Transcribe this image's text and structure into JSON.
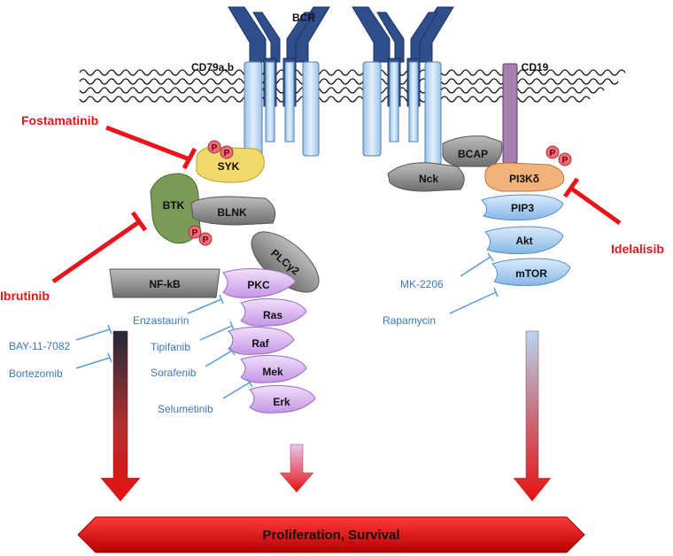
{
  "receptors": {
    "bcr": "BCR",
    "cd79": "CD79a,b",
    "cd19": "CD19"
  },
  "proteins": {
    "syk": "SYK",
    "btk": "BTK",
    "blnk": "BLNK",
    "plcg2": "PLCγ2",
    "nfkb": "NF-kB",
    "pkc": "PKC",
    "ras": "Ras",
    "raf": "Raf",
    "mek": "Mek",
    "erk": "Erk",
    "nck": "Nck",
    "bcap": "BCAP",
    "pi3kd": "PI3Kδ",
    "pip3": "PIP3",
    "akt": "Akt",
    "mtor": "mTOR"
  },
  "phospho": "P",
  "drugs": {
    "fostamatinib": "Fostamatinib",
    "ibrutinib": "Ibrutinib",
    "idelalisib": "Idelalisib",
    "enzastaurin": "Enzastaurin",
    "tipifanib": "Tipifanib",
    "sorafenib": "Sorafenib",
    "selumetinib": "Selumetinib",
    "bay": "BAY-11-7082",
    "bortezomib": "Bortezomib",
    "mk2206": "MK-2206",
    "rapamycin": "Rapamycin"
  },
  "outcome": "Proliferation, Survival",
  "colors": {
    "drug_red": "#e8141b",
    "drug_blue": "#3a78b8",
    "receptor_blue": "#2f4e8c",
    "transmembrane": "#bcd6f0",
    "cd19": "#a77fae",
    "syk": "#f3d86b",
    "btk": "#7a9a5a",
    "grey_protein": "#8c8c8c",
    "purple_protein": "#d7b4ef",
    "blue_protein": "#a9cdf0",
    "pi3k": "#f2b27a",
    "phospho": "#ee6d78"
  }
}
